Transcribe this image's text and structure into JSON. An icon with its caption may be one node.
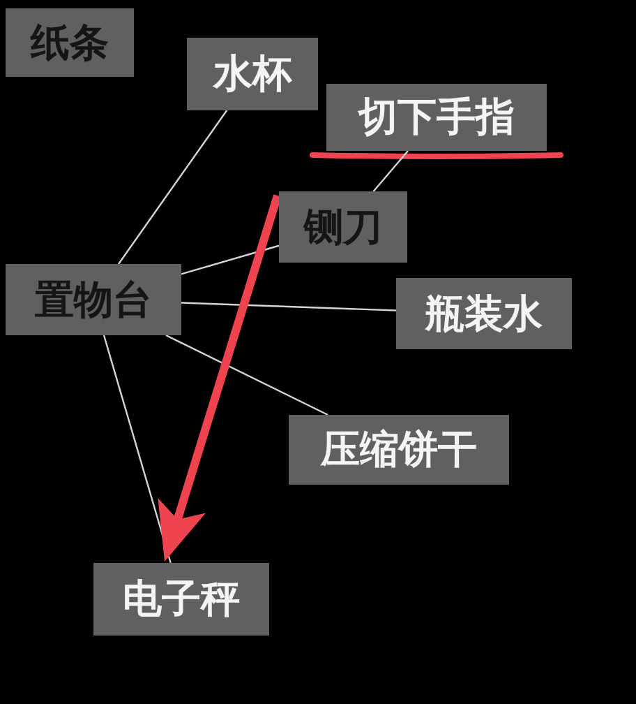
{
  "diagram": {
    "nodes": [
      {
        "text": [
          "纸条"
        ]
      },
      {
        "text": [
          "水杯"
        ]
      },
      {
        "text": [
          "切下手指"
        ]
      },
      {
        "text": [
          "铡刀"
        ]
      },
      {
        "text": [
          "置物台"
        ]
      },
      {
        "text": [
          "瓶装水"
        ]
      },
      {
        "text": [
          "压缩饼干"
        ]
      },
      {
        "text": [
          "电子秤"
        ]
      }
    ],
    "edges": [
      {
        "from": 4,
        "to": 1,
        "arrow": "none"
      },
      {
        "from": 4,
        "to": 3,
        "arrow": "none"
      },
      {
        "from": 4,
        "to": 5,
        "arrow": "none"
      },
      {
        "from": 4,
        "to": 6,
        "arrow": "none"
      },
      {
        "from": 4,
        "to": 7,
        "arrow": "none"
      },
      {
        "from": 2,
        "to": 3,
        "arrow": "none"
      },
      {
        "from": 3,
        "to": 7,
        "arrow": "to",
        "style": "thick",
        "color": "#ef4450"
      }
    ]
  }
}
